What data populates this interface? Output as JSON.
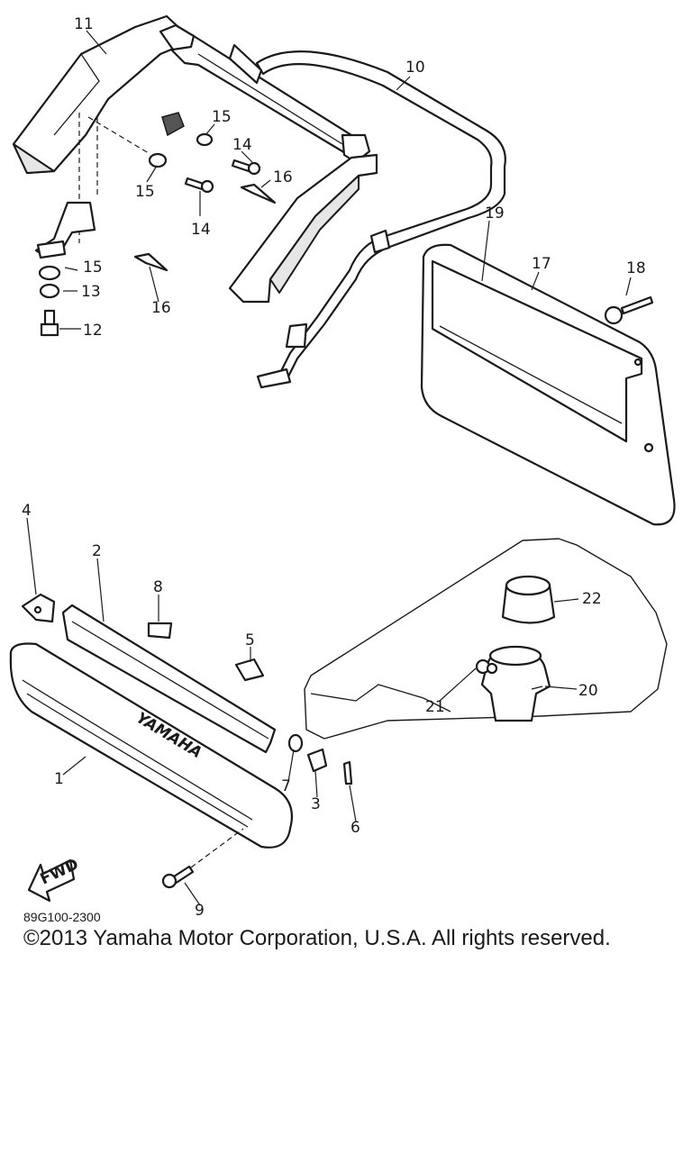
{
  "diagram": {
    "code": "89G100-2300",
    "copyright": "©2013 Yamaha Motor Corporation, U.S.A. All rights reserved.",
    "brand_text": "YAMAHA",
    "fwd_text": "FWD",
    "callouts": [
      "1",
      "2",
      "3",
      "4",
      "5",
      "6",
      "7",
      "8",
      "9",
      "10",
      "11",
      "12",
      "13",
      "14",
      "14",
      "15",
      "15",
      "15",
      "16",
      "16",
      "17",
      "18",
      "19",
      "20",
      "21",
      "22"
    ]
  }
}
